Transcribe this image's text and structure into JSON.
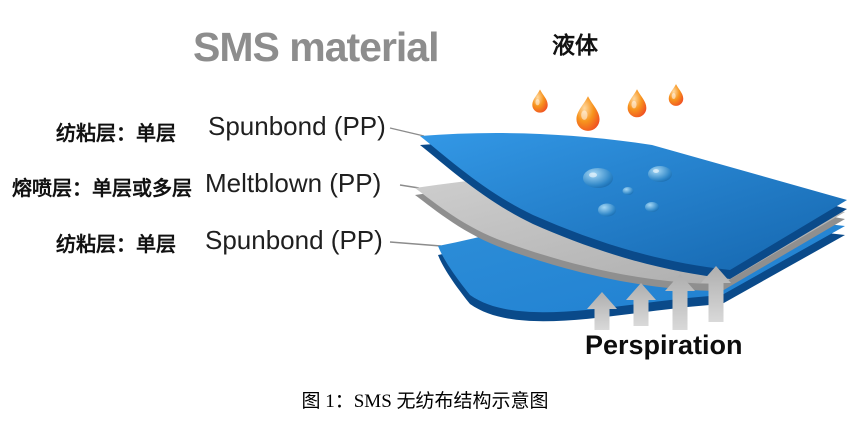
{
  "title": "SMS material",
  "liquid_label": "液体",
  "layers": [
    {
      "cn_label": "纺粘层：单层",
      "en_label": "Spunbond (PP)"
    },
    {
      "cn_label": "熔喷层：单层或多层",
      "en_label": "Meltblown (PP)"
    },
    {
      "cn_label": "纺粘层：单层",
      "en_label": "Spunbond (PP)"
    }
  ],
  "perspiration_label": "Perspiration",
  "caption": "图 1：SMS 无纺布结构示意图",
  "colors": {
    "title-gray": "#8d8d8d",
    "sheet-blue": "#1f7fd0",
    "sheet-blue-light": "#3398e6",
    "sheet-blue-dark": "#0a4a8a",
    "sheet-gray": "#cfcfcf",
    "sheet-gray-mid": "#aaaaaa",
    "sheet-gray-dark": "#8f8f8f",
    "droplet-orange-light": "#ffd9a0",
    "droplet-orange": "#f7941d",
    "droplet-orange-deep": "#ee3b24",
    "water-blue-light": "#a6d8f5",
    "water-blue": "#2e86c8",
    "water-blue-deep": "#0d5a9e",
    "arrow-gray-top": "#aeaeae",
    "arrow-gray-bottom": "#d9d9d9",
    "line-gray": "#8c8c8c",
    "text-black": "#111111"
  }
}
